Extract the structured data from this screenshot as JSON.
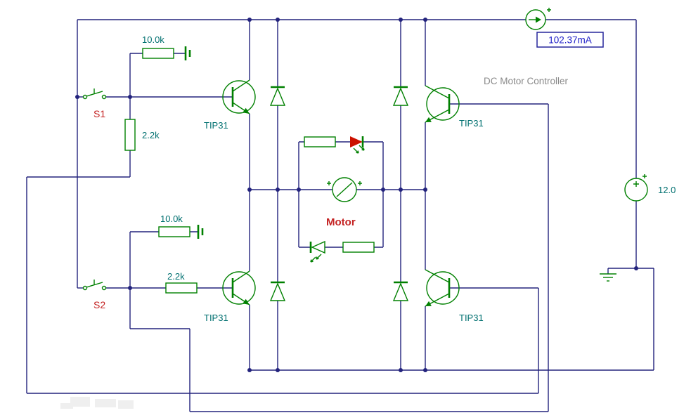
{
  "title": "DC Motor Controller",
  "ammeter": {
    "reading": "102.37mA"
  },
  "power_source": {
    "value": "12.0"
  },
  "switches": {
    "s1": "S1",
    "s2": "S2"
  },
  "motor": {
    "label": "Motor"
  },
  "transistors": {
    "q1": "TIP31",
    "q2": "TIP31",
    "q3": "TIP31",
    "q4": "TIP31"
  },
  "resistors": {
    "r1": "10.0k",
    "r2": "2.2k",
    "r3": "10.0k",
    "r4": "2.2k"
  },
  "colors": {
    "wire": "#23237d",
    "component": "#008000",
    "value_label": "#007070",
    "highlight": "#c42323",
    "meter_text": "#2121c8",
    "meter_border": "#26269b",
    "title": "#8a8a8a"
  }
}
